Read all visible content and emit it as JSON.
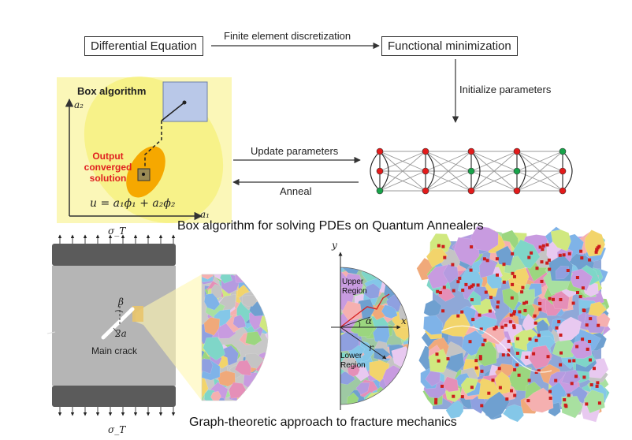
{
  "flow": {
    "differential_equation": "Differential Equation",
    "discretization": "Finite element discretization",
    "functional_minimization": "Functional minimization",
    "initialize": "Initialize parameters",
    "update": "Update parameters",
    "anneal": "Anneal"
  },
  "box_panel": {
    "title": "Box algorithm",
    "output_line1": "Output",
    "output_line2": "converged",
    "output_line3": "solution",
    "equation": "u = a₁ϕ₁ + a₂ϕ₂",
    "axis_x": "a₁",
    "axis_y": "a₂"
  },
  "caption_top": "Box algorithm for solving PDEs on Quantum Annealers",
  "fracture": {
    "sigma_top": "σ_T",
    "sigma_bottom": "σ_T",
    "beta": "β",
    "two_a": "2a",
    "main_crack": "Main crack"
  },
  "semicircle": {
    "y_axis": "y",
    "x_axis": "x",
    "upper_region_line1": "Upper",
    "upper_region_line2": "Region",
    "lower_region_line1": "Lower",
    "lower_region_line2": "Region",
    "alpha": "α",
    "r": "r"
  },
  "caption_bottom": "Graph-theoretic approach to fracture mechanics",
  "colors": {
    "node_red": "#e31b1b",
    "node_green": "#18a34a",
    "yellow_light": "#fbf7b8",
    "orange": "#f6a800",
    "blue_box": "#b9c8e8",
    "plate_gray": "#b5b5b5",
    "grip_dark": "#5b5b5b"
  },
  "qubit_chain": {
    "columns": [
      [
        "red",
        "red",
        "green"
      ],
      [
        "red",
        "red",
        "red"
      ],
      [
        "red",
        "green",
        "red"
      ],
      [
        "red",
        "green",
        "red"
      ],
      [
        "green",
        "red",
        "red"
      ]
    ]
  }
}
